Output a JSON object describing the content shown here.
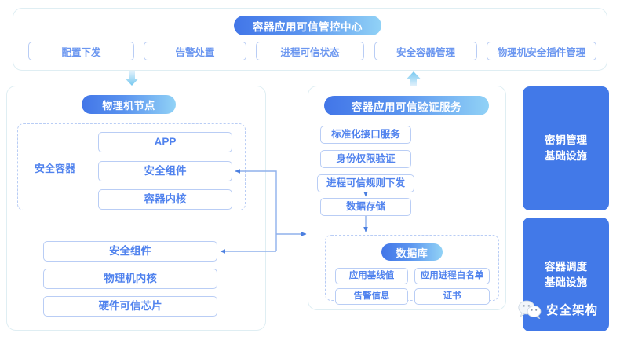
{
  "header": {
    "title": "容器应用可信管控中心",
    "nav": [
      "配置下发",
      "告警处置",
      "进程可信状态",
      "安全容器管理",
      "物理机安全插件管理"
    ]
  },
  "left_panel": {
    "title": "物理机节点",
    "secure_container": {
      "label": "安全容器",
      "items": [
        "APP",
        "安全组件",
        "容器内核"
      ]
    },
    "host_stack": [
      "安全组件",
      "物理机内核",
      "硬件可信芯片"
    ]
  },
  "mid_panel": {
    "title": "容器应用可信验证服务",
    "services": [
      "标准化接口服务",
      "身份权限验证",
      "进程可信规则下发",
      "数据存储"
    ],
    "database": {
      "title": "数据库",
      "items": [
        "应用基线值",
        "应用进程白名单",
        "告警信息",
        "证书"
      ]
    }
  },
  "right_cards": [
    {
      "line1": "密钥管理",
      "line2": "基础设施"
    },
    {
      "line1": "容器调度",
      "line2": "基础设施"
    }
  ],
  "watermark": {
    "text": "安全架构",
    "icon": "wechat-icon"
  },
  "colors": {
    "accent": "#4279e8",
    "pill_gradient_start": "#4276e8",
    "pill_gradient_end": "#91d2f6",
    "box_border": "#b9cdf5",
    "box_text": "#5183ee",
    "panel_border": "#dfeef3",
    "connector": "#8fb0ec",
    "arrow_light": "#a8dcf5",
    "card_bg": "#4279e8",
    "background": "#ffffff"
  }
}
